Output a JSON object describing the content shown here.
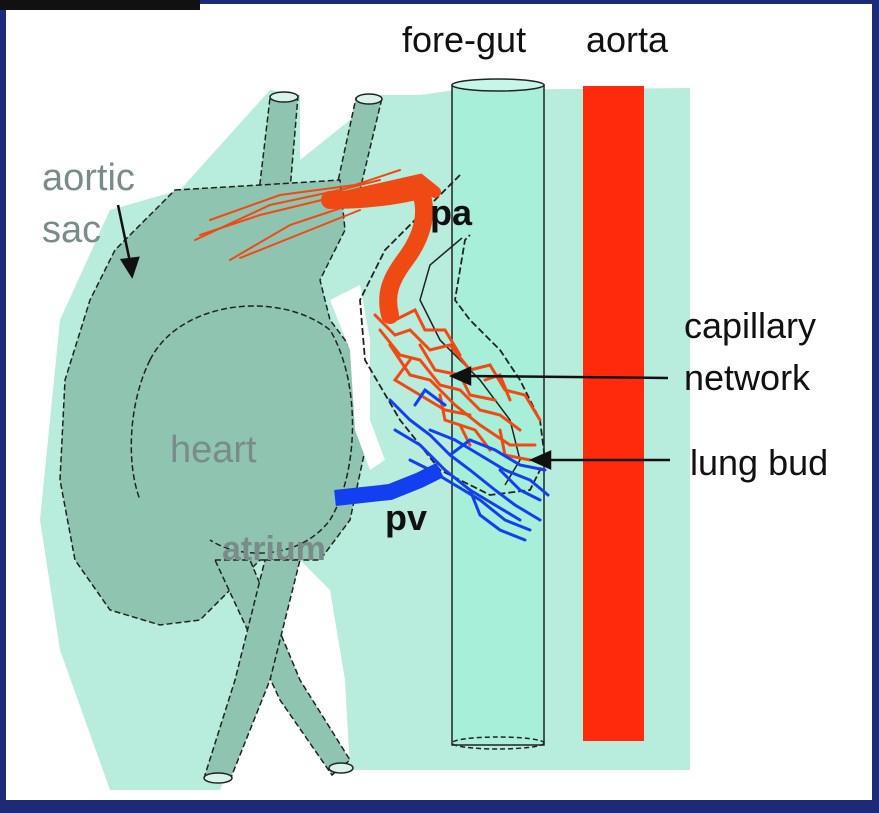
{
  "labels": {
    "foregut": "fore-gut",
    "aorta": "aorta",
    "aortic_sac_line1": "aortic",
    "aortic_sac_line2": "sac",
    "pa": "pa",
    "capillary_line1": "capillary",
    "capillary_line2": "network",
    "lung_bud": "lung bud",
    "heart": "heart",
    "pv": "pv",
    "atrium": "atrium"
  },
  "colors": {
    "slide_background": "#1c2a78",
    "panel": "#ffffff",
    "tissue_light": "#b8ecdc",
    "heart_tissue": "#8ec4b0",
    "foregut": "#a8efd9",
    "aorta": "#ff2a0c",
    "pulmonary_artery": "#f04a14",
    "pulmonary_vein": "#1240f0",
    "outline": "#222222",
    "label_gray": "#7a8c88",
    "label_black": "#111111"
  }
}
